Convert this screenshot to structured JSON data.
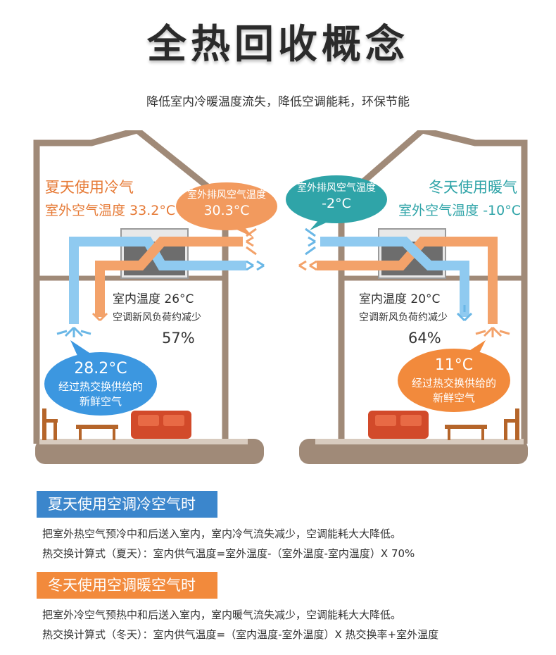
{
  "header": {
    "title": "全热回收概念",
    "subtitle": "降低室内冷暖温度流失，降低空调能耗，环保节能"
  },
  "colors": {
    "summer_blue": "#3b86cc",
    "winter_orange": "#f28a3c",
    "house_brown": "#a08a78",
    "air_orange": "#f3a26a",
    "air_blue": "#6ab7e6",
    "cyan": "#2fa4a8"
  },
  "summer": {
    "season": "夏天使用冷气",
    "outdoor_temp": "室外空气温度 33.2°C",
    "exhaust_label": "室外排风空气温度",
    "exhaust_temp": "30.3°C",
    "indoor_temp": "室内温度 26°C",
    "load_label": "空调新风负荷约减少",
    "load_value": "57%",
    "supply_temp": "28.2°C",
    "supply_line1": "经过热交换供给的",
    "supply_line2": "新鲜空气"
  },
  "winter": {
    "season": "冬天使用暖气",
    "outdoor_temp": "室外空气温度 -10°C",
    "exhaust_label": "室外排风空气温度",
    "exhaust_temp": "-2°C",
    "indoor_temp": "室内温度 20°C",
    "load_label": "空调新风负荷约减少",
    "load_value": "64%",
    "supply_temp": "11°C",
    "supply_line1": "经过热交换供给的",
    "supply_line2": "新鲜空气"
  },
  "sections": [
    {
      "heading": "夏天使用空调冷空气时",
      "line1": "把室外热空气预冷中和后送入室内，室内冷气流失减少，空调能耗大大降低。",
      "line2": "热交换计算式（夏天）：室内供气温度=室外温度-（室外温度-室内温度）X 70%"
    },
    {
      "heading": "冬天使用空调暖空气时",
      "line1": "把室外冷空气预热中和后送入室内，室内暖气流失减少，空调能耗大大降低。",
      "line2": "热交换计算式（冬天）：室内供气温度=（室内温度-室外温度）X 热交换率+室外温度"
    }
  ]
}
